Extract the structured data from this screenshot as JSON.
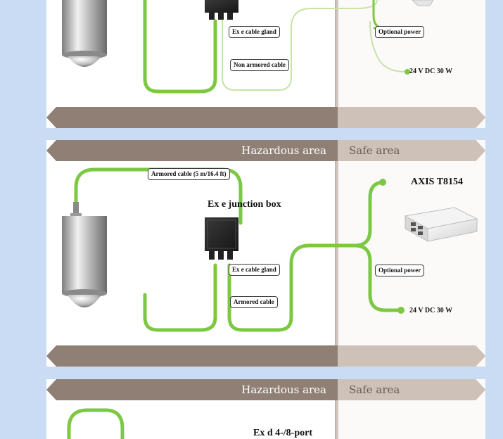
{
  "panel1": {
    "cable_gland": "Ex e cable gland",
    "cable": "Non armored cable",
    "optional_power": "Optional power",
    "power_spec": "24 V DC 30 W"
  },
  "panel2": {
    "hazardous_label": "Hazardous area",
    "safe_label": "Safe area",
    "cable_top": "Armored cable (5 m/16.4 ft)",
    "junction_box": "Ex e junction box",
    "cable_gland": "Ex e cable gland",
    "cable": "Armored cable",
    "device": "AXIS T8154",
    "optional_power": "Optional power",
    "power_spec": "24 V DC 30 W"
  },
  "panel3": {
    "hazardous_label": "Hazardous area",
    "safe_label": "Safe area",
    "switch_label": "Ex d 4-/8-port"
  },
  "colors": {
    "background": "#c9dcf4",
    "cable_green": "#7cc843",
    "band_dark": "#8f7f74",
    "band_light": "#cdc1b8"
  }
}
